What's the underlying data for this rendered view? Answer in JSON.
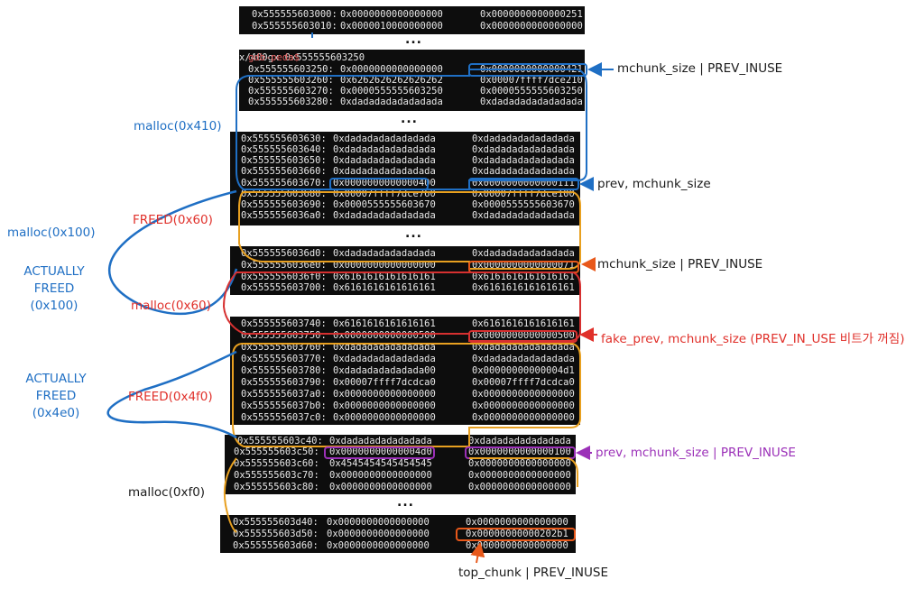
{
  "colors": {
    "blue": "#1f6fc4",
    "orange": "#e8a020",
    "red": "#d63030",
    "purple": "#9a2fb4",
    "text_red": "#e0302a",
    "text_orange": "#e8581a",
    "text_purple": "#9b30b8",
    "text_dark": "#1a1a1a"
  },
  "ellipsis": "...",
  "block1": {
    "rows": [
      {
        "addr": "0x555555603000:",
        "c1": "0x0000000000000000",
        "c2": "0x0000000000000251"
      },
      {
        "addr": "0x555555603010:",
        "c1": "0x0000010000000000",
        "c2": "0x0000000000000000"
      }
    ]
  },
  "block2": {
    "prompt": "gdb-peda$",
    "command": "x/400gx 0x555555603250",
    "rows": [
      {
        "addr": "0x555555603250:",
        "c1": "0x0000000000000000",
        "c2": "0x0000000000000421"
      },
      {
        "addr": "0x555555603260:",
        "c1": "0x6262626262626262",
        "c2": "0x00007ffff7dce210"
      },
      {
        "addr": "0x555555603270:",
        "c1": "0x0000555555603250",
        "c2": "0x0000555555603250"
      },
      {
        "addr": "0x555555603280:",
        "c1": "0xdadadadadadadada",
        "c2": "0xdadadadadadadada"
      }
    ]
  },
  "block3": {
    "rows": [
      {
        "addr": "0x555555603630:",
        "c1": "0xdadadadadadadada",
        "c2": "0xdadadadadadadada"
      },
      {
        "addr": "0x555555603640:",
        "c1": "0xdadadadadadadada",
        "c2": "0xdadadadadadadada"
      },
      {
        "addr": "0x555555603650:",
        "c1": "0xdadadadadadadada",
        "c2": "0xdadadadadadadada"
      },
      {
        "addr": "0x555555603660:",
        "c1": "0xdadadadadadadada",
        "c2": "0xdadadadadadadada"
      },
      {
        "addr": "0x555555603670:",
        "c1": "0x0000000000000400",
        "c2": "0x0000000000000111"
      },
      {
        "addr": "0x555555603680:",
        "c1": "0x00007ffff7dce760",
        "c2": "0x00007ffff7dce100"
      },
      {
        "addr": "0x555555603690:",
        "c1": "0x0000555555603670",
        "c2": "0x0000555555603670"
      },
      {
        "addr": "0x5555556036a0:",
        "c1": "0xdadadadadadadada",
        "c2": "0xdadadadadadadada"
      }
    ]
  },
  "block4": {
    "rows": [
      {
        "addr": "0x5555556036d0:",
        "c1": "0xdadadadadadadada",
        "c2": "0xdadadadadadadada"
      },
      {
        "addr": "0x5555556036e0:",
        "c1": "0x0000000000000000",
        "c2": "0x0000000000000071"
      },
      {
        "addr": "0x5555556036f0:",
        "c1": "0x6161616161616161",
        "c2": "0x6161616161616161"
      },
      {
        "addr": "0x555555603700:",
        "c1": "0x6161616161616161",
        "c2": "0x6161616161616161"
      }
    ]
  },
  "block5": {
    "rows": [
      {
        "addr": "0x555555603740:",
        "c1": "0x6161616161616161",
        "c2": "0x6161616161616161"
      },
      {
        "addr": "0x555555603750:",
        "c1": "0x0000000000000500",
        "c2": "0x0000000000000500"
      },
      {
        "addr": "0x555555603760:",
        "c1": "0xdadadadadadadada",
        "c2": "0xdadadadadadadada"
      },
      {
        "addr": "0x555555603770:",
        "c1": "0xdadadadadadadada",
        "c2": "0xdadadadadadadada"
      },
      {
        "addr": "0x555555603780:",
        "c1": "0xdadadadadadada00",
        "c2": "0x00000000000004d1"
      },
      {
        "addr": "0x555555603790:",
        "c1": "0x00007ffff7dcdca0",
        "c2": "0x00007ffff7dcdca0"
      },
      {
        "addr": "0x5555556037a0:",
        "c1": "0x0000000000000000",
        "c2": "0x0000000000000000"
      },
      {
        "addr": "0x5555556037b0:",
        "c1": "0x0000000000000000",
        "c2": "0x0000000000000000"
      },
      {
        "addr": "0x5555556037c0:",
        "c1": "0x0000000000000000",
        "c2": "0x0000000000000000"
      }
    ]
  },
  "block6": {
    "rows": [
      {
        "addr": "0x555555603c40:",
        "c1": "0xdadadadadadadada",
        "c2": "0xdadadadadadadada"
      },
      {
        "addr": "0x555555603c50:",
        "c1": "0x00000000000004d0",
        "c2": "0x0000000000000100"
      },
      {
        "addr": "0x555555603c60:",
        "c1": "0x4545454545454545",
        "c2": "0x0000000000000000"
      },
      {
        "addr": "0x555555603c70:",
        "c1": "0x0000000000000000",
        "c2": "0x0000000000000000"
      },
      {
        "addr": "0x555555603c80:",
        "c1": "0x0000000000000000",
        "c2": "0x0000000000000000"
      }
    ]
  },
  "block7": {
    "rows": [
      {
        "addr": "0x555555603d40:",
        "c1": "0x0000000000000000",
        "c2": "0x0000000000000000"
      },
      {
        "addr": "0x555555603d50:",
        "c1": "0x0000000000000000",
        "c2": "0x00000000000202b1"
      },
      {
        "addr": "0x555555603d60:",
        "c1": "0x0000000000000000",
        "c2": "0x0000000000000000"
      }
    ]
  },
  "labels": {
    "mchunk_size_1": "mchunk_size | PREV_INUSE",
    "prev_mchunk": "prev, mchunk_size",
    "mchunk_size_2": "mchunk_size | PREV_INUSE",
    "fake_prev": "fake_prev, mchunk_size (PREV_IN_USE 비트가 꺼짐)",
    "prev_mchunk_inuse": "prev, mchunk_size | PREV_INUSE",
    "top_chunk": "top_chunk | PREV_INUSE",
    "malloc_410": "malloc(0x410)",
    "malloc_100": "malloc(0x100)",
    "actually_freed_100": [
      "ACTUALLY",
      "FREED",
      "(0x100)"
    ],
    "freed_60": "FREED(0x60)",
    "malloc_60": "malloc(0x60)",
    "actually_freed_4e0": [
      "ACTUALLY",
      "FREED",
      "(0x4e0)"
    ],
    "freed_4f0": "FREED(0x4f0)",
    "malloc_f0": "malloc(0xf0)"
  }
}
